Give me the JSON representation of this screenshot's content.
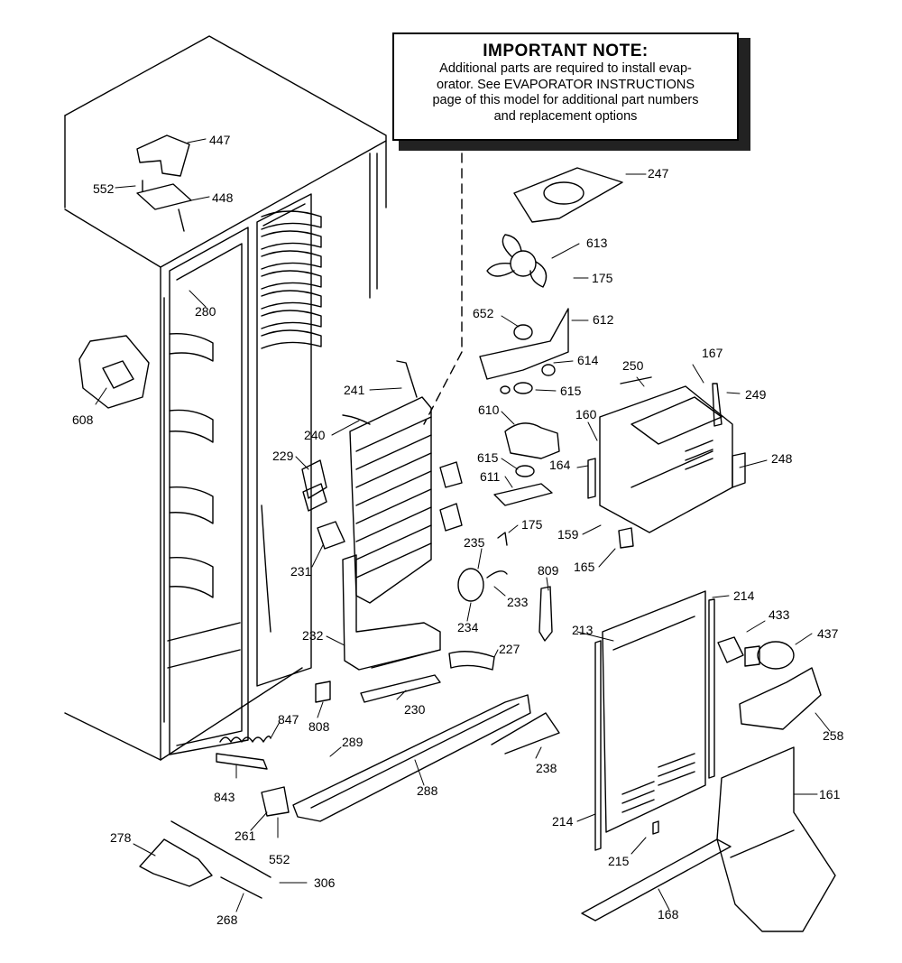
{
  "note": {
    "title": "IMPORTANT NOTE:",
    "lines": [
      "Additional parts are required to install evap-",
      "orator.  See EVAPORATOR INSTRUCTIONS",
      "page of this model for additional part numbers",
      "and replacement options"
    ]
  },
  "callouts": [
    {
      "id": "447",
      "text": "447"
    },
    {
      "id": "552a",
      "text": "552"
    },
    {
      "id": "448",
      "text": "448"
    },
    {
      "id": "280",
      "text": "280"
    },
    {
      "id": "608",
      "text": "608"
    },
    {
      "id": "241",
      "text": "241"
    },
    {
      "id": "240",
      "text": "240"
    },
    {
      "id": "229",
      "text": "229"
    },
    {
      "id": "231",
      "text": "231"
    },
    {
      "id": "232",
      "text": "232"
    },
    {
      "id": "230",
      "text": "230"
    },
    {
      "id": "808",
      "text": "808"
    },
    {
      "id": "847",
      "text": "847"
    },
    {
      "id": "289",
      "text": "289"
    },
    {
      "id": "843",
      "text": "843"
    },
    {
      "id": "288",
      "text": "288"
    },
    {
      "id": "261",
      "text": "261"
    },
    {
      "id": "552b",
      "text": "552"
    },
    {
      "id": "278",
      "text": "278"
    },
    {
      "id": "306",
      "text": "306"
    },
    {
      "id": "268",
      "text": "268"
    },
    {
      "id": "247",
      "text": "247"
    },
    {
      "id": "613",
      "text": "613"
    },
    {
      "id": "175a",
      "text": "175"
    },
    {
      "id": "652",
      "text": "652"
    },
    {
      "id": "612",
      "text": "612"
    },
    {
      "id": "614",
      "text": "614"
    },
    {
      "id": "615a",
      "text": "615"
    },
    {
      "id": "610",
      "text": "610"
    },
    {
      "id": "615b",
      "text": "615"
    },
    {
      "id": "611",
      "text": "611"
    },
    {
      "id": "175b",
      "text": "175"
    },
    {
      "id": "235",
      "text": "235"
    },
    {
      "id": "233",
      "text": "233"
    },
    {
      "id": "234",
      "text": "234"
    },
    {
      "id": "809",
      "text": "809"
    },
    {
      "id": "227",
      "text": "227"
    },
    {
      "id": "250",
      "text": "250"
    },
    {
      "id": "167",
      "text": "167"
    },
    {
      "id": "249",
      "text": "249"
    },
    {
      "id": "160",
      "text": "160"
    },
    {
      "id": "164",
      "text": "164"
    },
    {
      "id": "248",
      "text": "248"
    },
    {
      "id": "159",
      "text": "159"
    },
    {
      "id": "165",
      "text": "165"
    },
    {
      "id": "214a",
      "text": "214"
    },
    {
      "id": "213",
      "text": "213"
    },
    {
      "id": "433",
      "text": "433"
    },
    {
      "id": "437",
      "text": "437"
    },
    {
      "id": "258",
      "text": "258"
    },
    {
      "id": "238",
      "text": "238"
    },
    {
      "id": "161",
      "text": "161"
    },
    {
      "id": "214b",
      "text": "214"
    },
    {
      "id": "215",
      "text": "215"
    },
    {
      "id": "168",
      "text": "168"
    }
  ]
}
